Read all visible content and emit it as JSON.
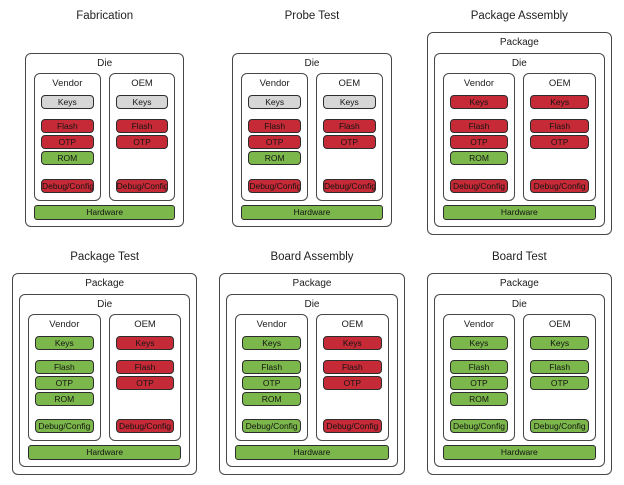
{
  "colors": {
    "red": "#c62a36",
    "green": "#7bb74a",
    "gray": "#d6d6d6",
    "box_border": "#474747"
  },
  "labels": {
    "package": "Package",
    "die": "Die",
    "hardware": "Hardware"
  },
  "panels": [
    {
      "title": "Fabrication",
      "package": false,
      "hardware_color": "green",
      "columns": [
        {
          "label": "Vendor",
          "chips": [
            {
              "label": "Keys",
              "color": "gray",
              "slot": "keys"
            },
            {
              "label": "Flash",
              "color": "red",
              "slot": "mem"
            },
            {
              "label": "OTP",
              "color": "red",
              "slot": "mem"
            },
            {
              "label": "ROM",
              "color": "green",
              "slot": "mem"
            },
            {
              "label": "Debug/Config",
              "color": "red",
              "slot": "debug"
            }
          ]
        },
        {
          "label": "OEM",
          "chips": [
            {
              "label": "Keys",
              "color": "gray",
              "slot": "keys"
            },
            {
              "label": "Flash",
              "color": "red",
              "slot": "mem"
            },
            {
              "label": "OTP",
              "color": "red",
              "slot": "mem"
            },
            {
              "label": "Debug/Config",
              "color": "red",
              "slot": "debug"
            }
          ]
        }
      ]
    },
    {
      "title": "Probe Test",
      "package": false,
      "hardware_color": "green",
      "columns": [
        {
          "label": "Vendor",
          "chips": [
            {
              "label": "Keys",
              "color": "gray",
              "slot": "keys"
            },
            {
              "label": "Flash",
              "color": "red",
              "slot": "mem"
            },
            {
              "label": "OTP",
              "color": "red",
              "slot": "mem"
            },
            {
              "label": "ROM",
              "color": "green",
              "slot": "mem"
            },
            {
              "label": "Debug/Config",
              "color": "red",
              "slot": "debug"
            }
          ]
        },
        {
          "label": "OEM",
          "chips": [
            {
              "label": "Keys",
              "color": "gray",
              "slot": "keys"
            },
            {
              "label": "Flash",
              "color": "red",
              "slot": "mem"
            },
            {
              "label": "OTP",
              "color": "red",
              "slot": "mem"
            },
            {
              "label": "Debug/Config",
              "color": "red",
              "slot": "debug"
            }
          ]
        }
      ]
    },
    {
      "title": "Package Assembly",
      "package": true,
      "hardware_color": "green",
      "columns": [
        {
          "label": "Vendor",
          "chips": [
            {
              "label": "Keys",
              "color": "red",
              "slot": "keys"
            },
            {
              "label": "Flash",
              "color": "red",
              "slot": "mem"
            },
            {
              "label": "OTP",
              "color": "red",
              "slot": "mem"
            },
            {
              "label": "ROM",
              "color": "green",
              "slot": "mem"
            },
            {
              "label": "Debug/Config",
              "color": "red",
              "slot": "debug"
            }
          ]
        },
        {
          "label": "OEM",
          "chips": [
            {
              "label": "Keys",
              "color": "red",
              "slot": "keys"
            },
            {
              "label": "Flash",
              "color": "red",
              "slot": "mem"
            },
            {
              "label": "OTP",
              "color": "red",
              "slot": "mem"
            },
            {
              "label": "Debug/Config",
              "color": "red",
              "slot": "debug"
            }
          ]
        }
      ]
    },
    {
      "title": "Package Test",
      "package": true,
      "hardware_color": "green",
      "columns": [
        {
          "label": "Vendor",
          "chips": [
            {
              "label": "Keys",
              "color": "green",
              "slot": "keys"
            },
            {
              "label": "Flash",
              "color": "green",
              "slot": "mem"
            },
            {
              "label": "OTP",
              "color": "green",
              "slot": "mem"
            },
            {
              "label": "ROM",
              "color": "green",
              "slot": "mem"
            },
            {
              "label": "Debug/Config",
              "color": "green",
              "slot": "debug"
            }
          ]
        },
        {
          "label": "OEM",
          "chips": [
            {
              "label": "Keys",
              "color": "red",
              "slot": "keys"
            },
            {
              "label": "Flash",
              "color": "red",
              "slot": "mem"
            },
            {
              "label": "OTP",
              "color": "red",
              "slot": "mem"
            },
            {
              "label": "Debug/Config",
              "color": "red",
              "slot": "debug"
            }
          ]
        }
      ]
    },
    {
      "title": "Board Assembly",
      "package": true,
      "hardware_color": "green",
      "columns": [
        {
          "label": "Vendor",
          "chips": [
            {
              "label": "Keys",
              "color": "green",
              "slot": "keys"
            },
            {
              "label": "Flash",
              "color": "green",
              "slot": "mem"
            },
            {
              "label": "OTP",
              "color": "green",
              "slot": "mem"
            },
            {
              "label": "ROM",
              "color": "green",
              "slot": "mem"
            },
            {
              "label": "Debug/Config",
              "color": "green",
              "slot": "debug"
            }
          ]
        },
        {
          "label": "OEM",
          "chips": [
            {
              "label": "Keys",
              "color": "red",
              "slot": "keys"
            },
            {
              "label": "Flash",
              "color": "red",
              "slot": "mem"
            },
            {
              "label": "OTP",
              "color": "red",
              "slot": "mem"
            },
            {
              "label": "Debug/Config",
              "color": "red",
              "slot": "debug"
            }
          ]
        }
      ]
    },
    {
      "title": "Board Test",
      "package": true,
      "hardware_color": "green",
      "columns": [
        {
          "label": "Vendor",
          "chips": [
            {
              "label": "Keys",
              "color": "green",
              "slot": "keys"
            },
            {
              "label": "Flash",
              "color": "green",
              "slot": "mem"
            },
            {
              "label": "OTP",
              "color": "green",
              "slot": "mem"
            },
            {
              "label": "ROM",
              "color": "green",
              "slot": "mem"
            },
            {
              "label": "Debug/Config",
              "color": "green",
              "slot": "debug"
            }
          ]
        },
        {
          "label": "OEM",
          "chips": [
            {
              "label": "Keys",
              "color": "green",
              "slot": "keys"
            },
            {
              "label": "Flash",
              "color": "green",
              "slot": "mem"
            },
            {
              "label": "OTP",
              "color": "green",
              "slot": "mem"
            },
            {
              "label": "Debug/Config",
              "color": "green",
              "slot": "debug"
            }
          ]
        }
      ]
    }
  ]
}
